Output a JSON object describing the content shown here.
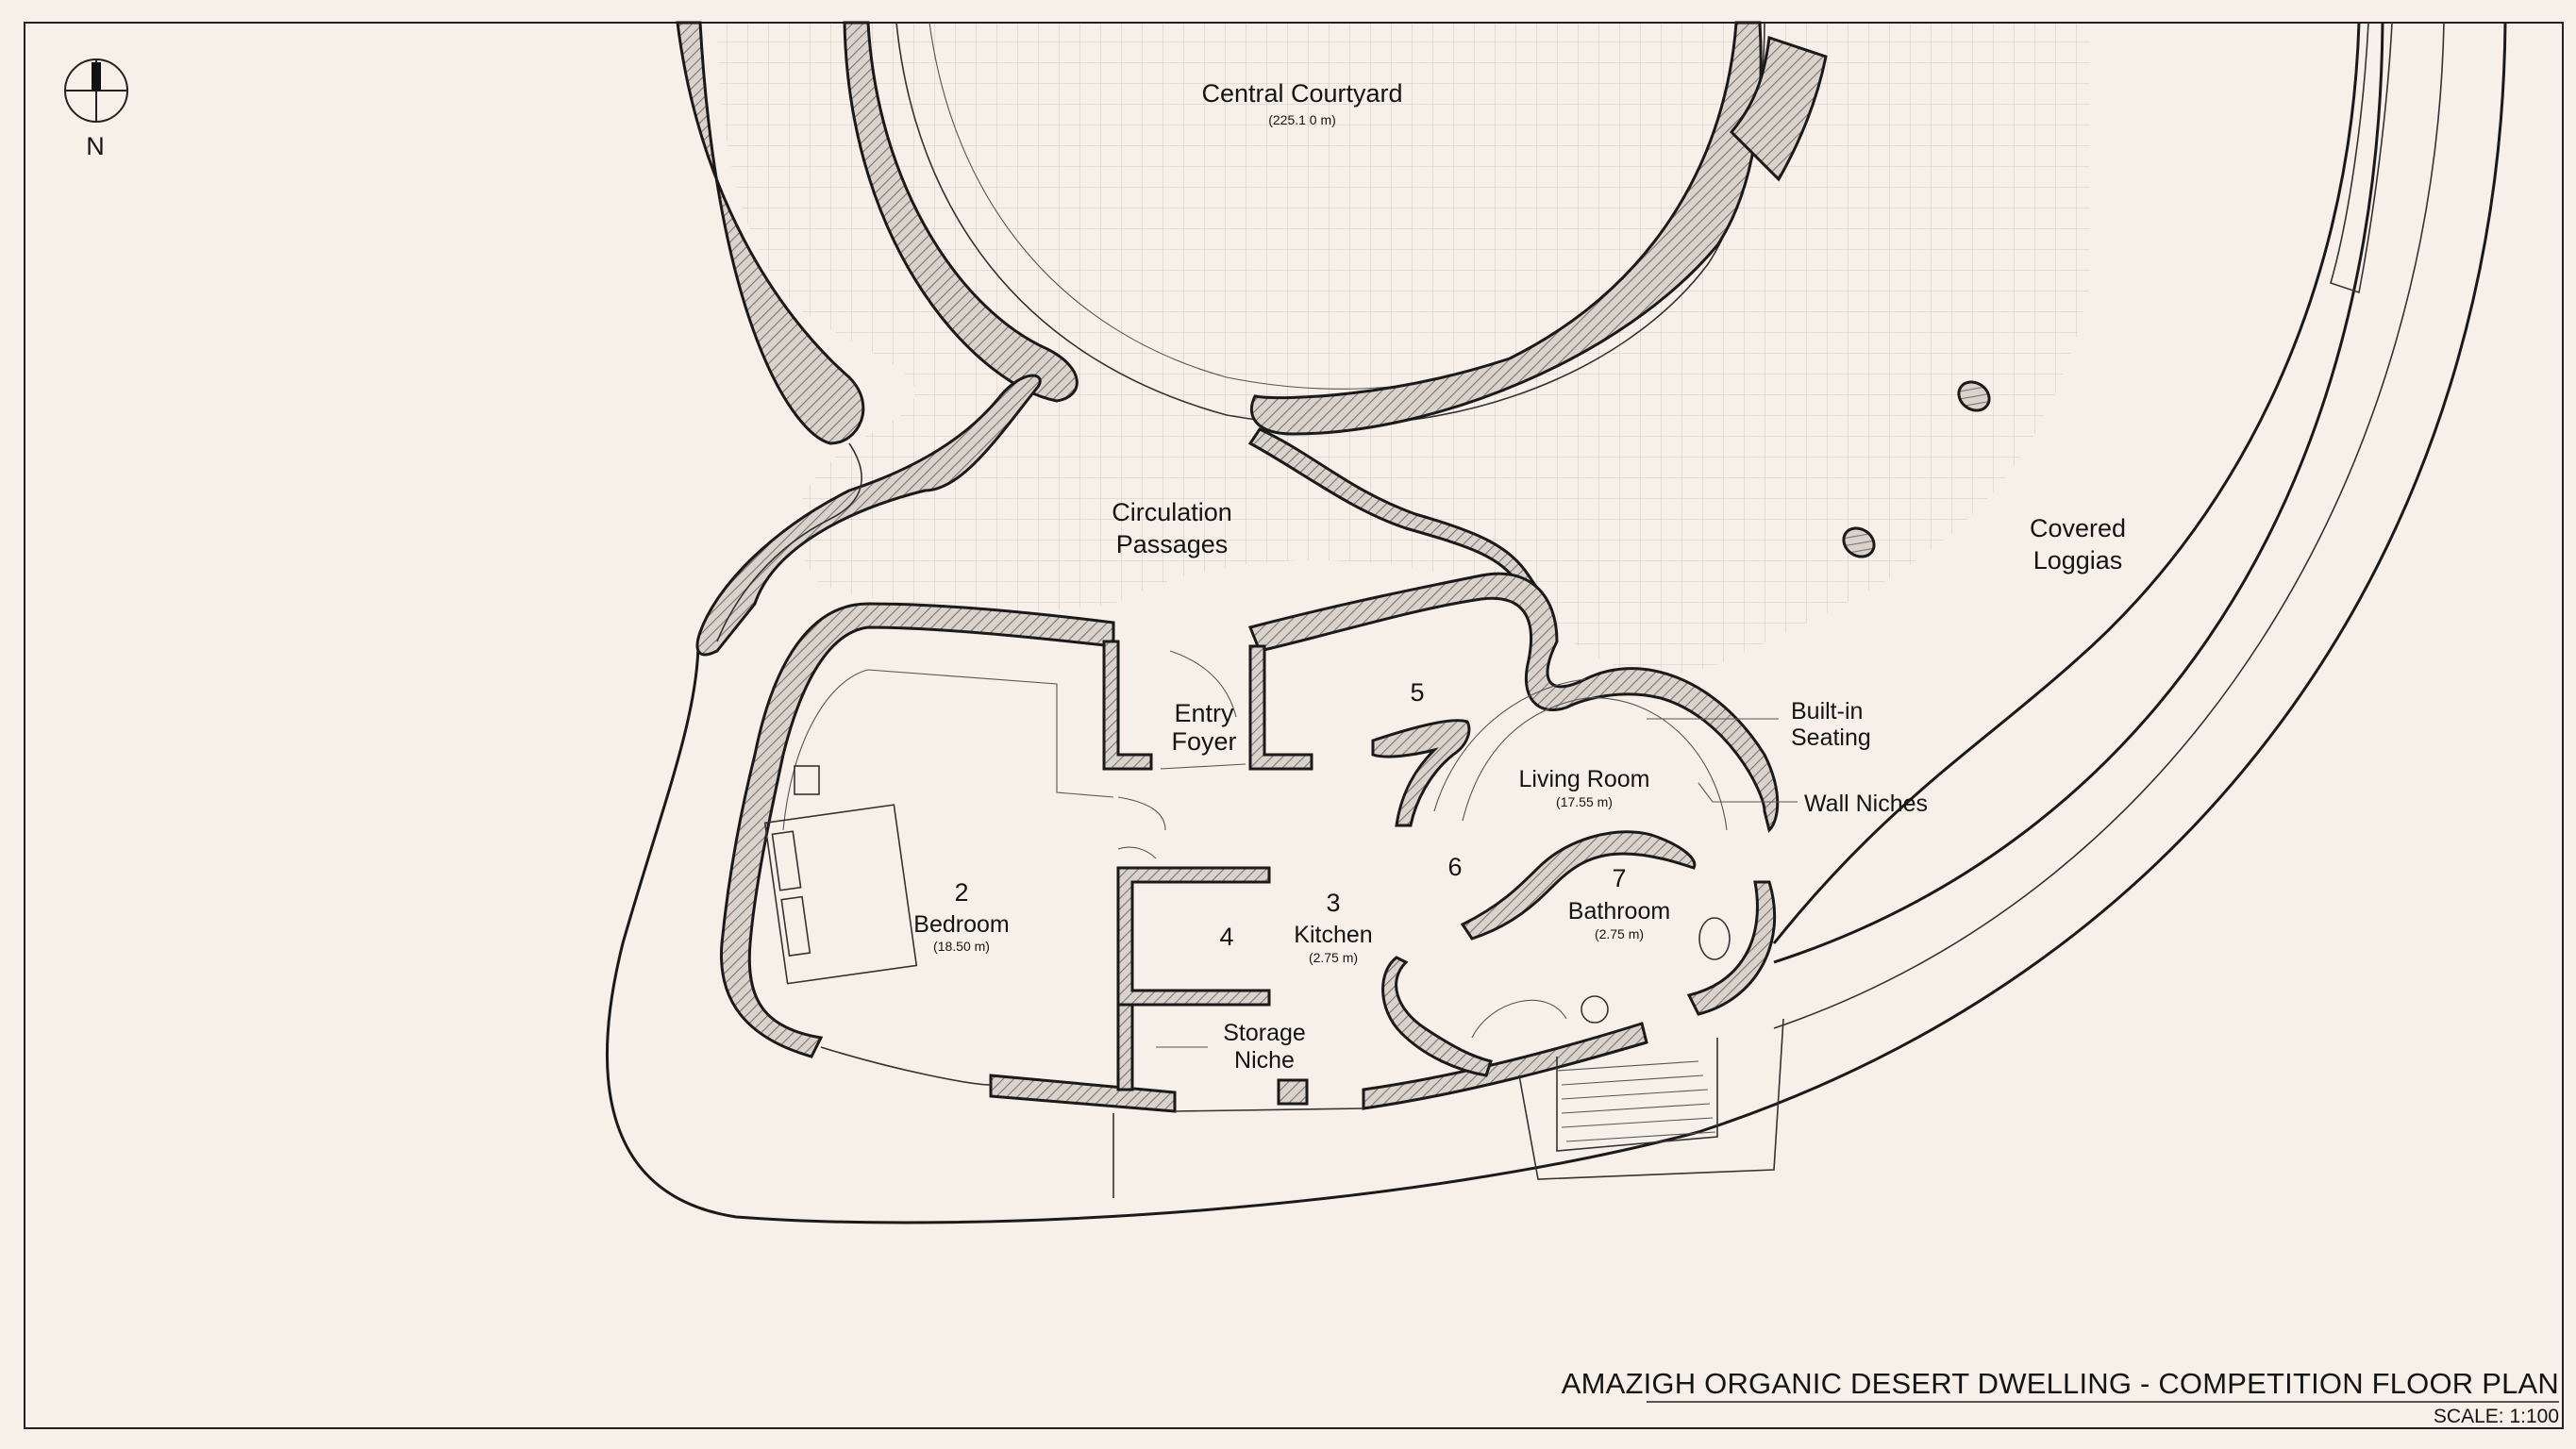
{
  "north": {
    "label": "N"
  },
  "labels": {
    "courtyard": "Central Courtyard",
    "courtyard_area": "(225.1 0 m)",
    "circulation_1": "Circulation",
    "circulation_2": "Passages",
    "loggias_1": "Covered",
    "loggias_2": "Loggias",
    "entry_1": "Entry",
    "entry_2": "Foyer",
    "bedroom_num": "2",
    "bedroom": "Bedroom",
    "bedroom_area": "(18.50 m)",
    "kitchen_num": "3",
    "kitchen": "Kitchen",
    "kitchen_area": "(2.75 m)",
    "storage_num": "4",
    "storage_1": "Storage",
    "storage_2": "Niche",
    "room5_num": "5",
    "room6_num": "6",
    "living": "Living Room",
    "living_area": "(17.55 m)",
    "bath_num": "7",
    "bath": "Bathroom",
    "bath_area": "(2.75 m)",
    "seating_1": "Built-in",
    "seating_2": "Seating",
    "niches": "Wall Niches"
  },
  "title_block": {
    "title": "AMAZIGH ORGANIC DESERT DWELLING - COMPETITION FLOOR PLAN",
    "scale": "SCALE: 1:100"
  },
  "colors": {
    "paper": "#f6f0e8",
    "ink": "#1a1a1a",
    "grid": "#cfc8c0"
  }
}
